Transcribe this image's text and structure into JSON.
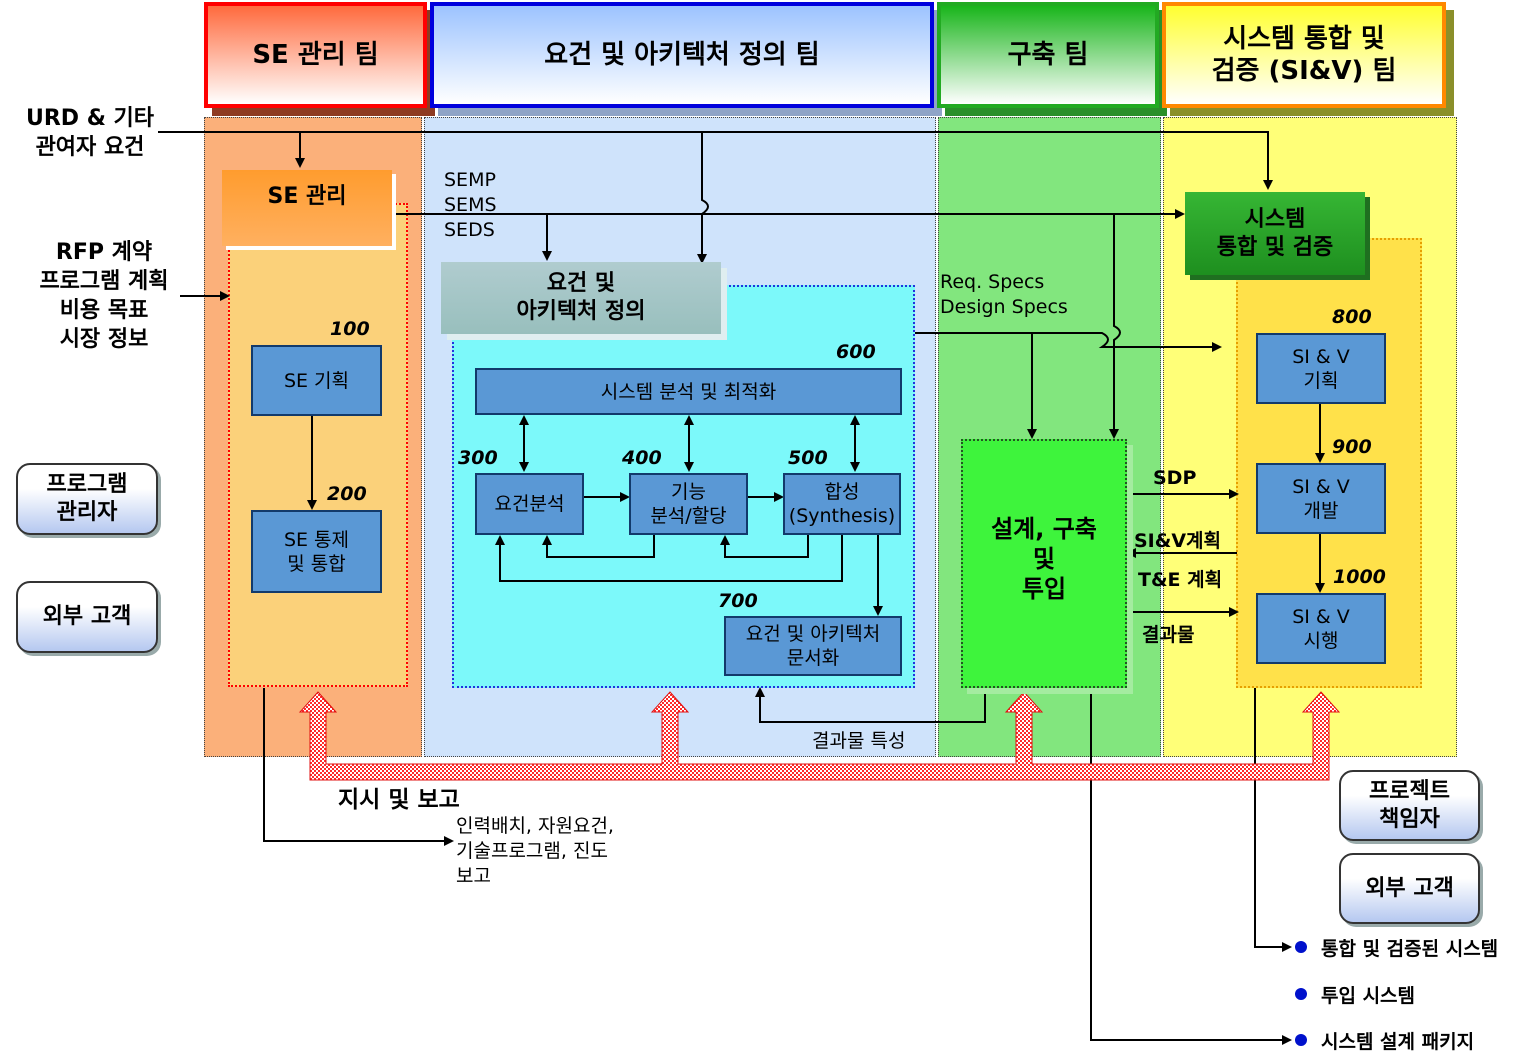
{
  "teams": {
    "se_mgmt": "SE  관리 팀",
    "req_arch": "요건 및 아키텍처 정의 팀",
    "build": "구축 팀",
    "siv_line1": "시스템 통합 및",
    "siv_line2": "검증 (SI&V) 팀"
  },
  "inputs": {
    "urd_line1": "URD & 기타",
    "urd_line2": "관여자 요건",
    "rfp_line1": "RFP 계약",
    "rfp_line2": "프로그램 계획",
    "rfp_line3": "비용 목표",
    "rfp_line4": "시장 정보"
  },
  "roles": {
    "pm_line1": "프로그램",
    "pm_line2": "관리자",
    "ext_customer": "외부 고객",
    "proj_line1": "프로젝트",
    "proj_line2": "책임자",
    "ext_customer2": "외부 고객"
  },
  "se_lane": {
    "title": "SE 관리",
    "n100": "100",
    "plan": "SE  기획",
    "n200": "200",
    "control_line1": "SE 통제",
    "control_line2": "및 통합"
  },
  "req_lane": {
    "docs1": "SEMP",
    "docs2": "SEMS",
    "docs3": "SEDS",
    "title_line1": "요건 및",
    "title_line2": "아키텍처 정의",
    "n600": "600",
    "analysis": "시스템 분석 및 최적화",
    "n300": "300",
    "n400": "400",
    "n500": "500",
    "req_analysis": "요건분석",
    "func_line1": "기능",
    "func_line2": "분석/할당",
    "synth_line1": "합성",
    "synth_line2": "(Synthesis)",
    "n700": "700",
    "doc_line1": "요건 및 아키텍처",
    "doc_line2": "문서화",
    "output_char": "결과물 특성"
  },
  "build_lane": {
    "specs1": "Req. Specs",
    "specs2": "Design Specs",
    "main_line1": "설계,  구축",
    "main_line2": "및",
    "main_line3": "투입",
    "sdp": "SDP",
    "siv_plan": "SI&V계획",
    "te_plan": "T&E 계획",
    "results": "결과물"
  },
  "siv_lane": {
    "title_line1": "시스템",
    "title_line2": "통합 및 검증",
    "n800": "800",
    "plan_line1": "SI & V",
    "plan_line2": "기획",
    "n900": "900",
    "dev_line1": "SI & V",
    "dev_line2": "개발",
    "n1000": "1000",
    "exec_line1": "SI & V",
    "exec_line2": "시행"
  },
  "bottom": {
    "direction": "지시 및 보고",
    "staff_line1": "인력배치, 자원요건,",
    "staff_line2": "기술프로그램, 진도",
    "staff_line3": "보고"
  },
  "outputs": {
    "o1": "통합 및 검증된 시스템",
    "o2": "투입 시스템",
    "o3": "시스템 설계 패키지"
  }
}
